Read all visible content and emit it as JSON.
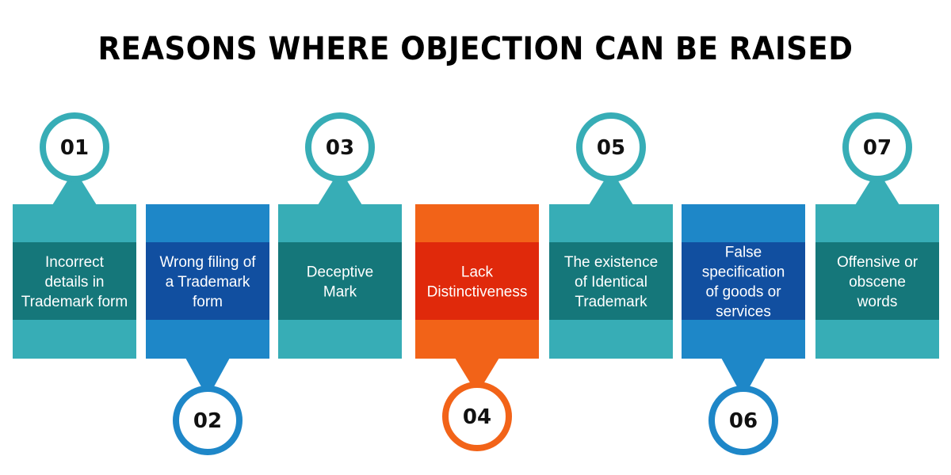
{
  "title": "REASONS WHERE OBJECTION CAN BE RAISED",
  "steps": [
    {
      "number": "01",
      "lines": [
        "Incorrect",
        "details in",
        "Trademark form"
      ],
      "light": "#37adb6",
      "dark": "#15777a",
      "ring": "#37adb6"
    },
    {
      "number": "02",
      "lines": [
        "Wrong filing of",
        "a Trademark",
        "form"
      ],
      "light": "#1e87c8",
      "dark": "#114fa0",
      "ring": "#1e87c8"
    },
    {
      "number": "03",
      "lines": [
        "Deceptive",
        "Mark"
      ],
      "light": "#37adb6",
      "dark": "#15777a",
      "ring": "#37adb6"
    },
    {
      "number": "04",
      "lines": [
        "Lack",
        "Distinctiveness"
      ],
      "light": "#f26318",
      "dark": "#e0290b",
      "ring": "#f26318"
    },
    {
      "number": "05",
      "lines": [
        "The existence",
        "of Identical",
        "Trademark"
      ],
      "light": "#37adb6",
      "dark": "#15777a",
      "ring": "#37adb6"
    },
    {
      "number": "06",
      "lines": [
        "False",
        "specification",
        "of goods or",
        "services"
      ],
      "light": "#1e87c8",
      "dark": "#114fa0",
      "ring": "#1e87c8"
    },
    {
      "number": "07",
      "lines": [
        "Offensive or",
        "obscene",
        "words"
      ],
      "light": "#37adb6",
      "dark": "#15777a",
      "ring": "#37adb6"
    }
  ]
}
